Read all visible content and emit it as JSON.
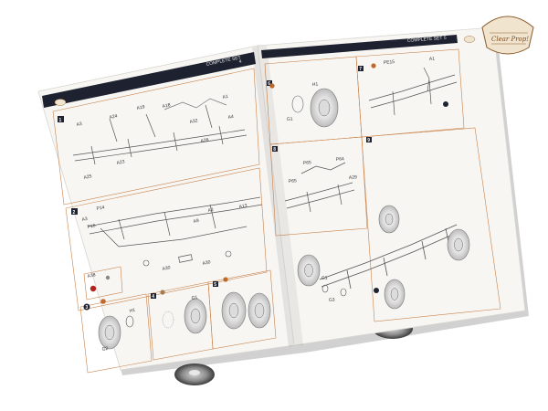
{
  "colors": {
    "background": "#ffffff",
    "paper": "#f7f6f3",
    "header_band": "#1e2230",
    "step_box": "#c9824a",
    "logo_brown": "#8a5a2a",
    "accent_orange": "#c0692a"
  },
  "brand": {
    "logo_text": "Clear Prop!"
  },
  "left_page": {
    "header": "COMPLETE SET",
    "page_number": "4",
    "panels": [
      {
        "step": "1",
        "labels": [
          "A3",
          "A1",
          "A24",
          "A18",
          "A19",
          "A32",
          "A26",
          "A25",
          "A23",
          "A4"
        ]
      },
      {
        "step": "2",
        "labels": [
          "A3",
          "A30",
          "P14",
          "P16",
          "A9",
          "A13",
          "A2",
          "A30"
        ]
      },
      {
        "step": "3",
        "labels": [
          "A38",
          "H1",
          "G2"
        ]
      },
      {
        "step": "4",
        "labels": [
          "G1"
        ]
      },
      {
        "step": "5",
        "labels": []
      }
    ]
  },
  "right_page": {
    "header": "COMPLETE SET",
    "page_number": "5",
    "panels": [
      {
        "step": "6",
        "labels": [
          "H1",
          "G1"
        ]
      },
      {
        "step": "7",
        "labels": [
          "PE15",
          "A1"
        ]
      },
      {
        "step": "8",
        "labels": [
          "P65",
          "P64",
          "A29",
          "P65"
        ]
      },
      {
        "step": "9",
        "labels": [
          "G1",
          "G3"
        ]
      }
    ]
  }
}
